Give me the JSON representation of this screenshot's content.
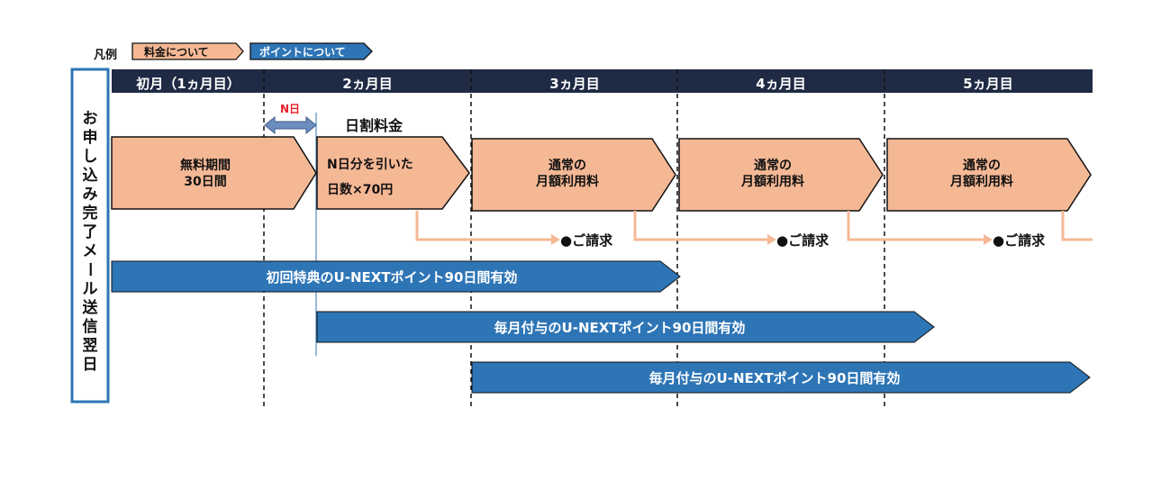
{
  "legend": {
    "label": "凡例",
    "fee_item": "料金について",
    "point_item": "ポイントについて"
  },
  "side_label": "お申し込み完了メール送信翌日",
  "months": [
    "初月（1ヵ月目）",
    "2ヵ月目",
    "3ヵ月目",
    "4ヵ月目",
    "5ヵ月目"
  ],
  "n_days_label": "N日",
  "prorated_label": "日割料金",
  "fee_boxes": [
    {
      "line1": "無料期間",
      "line2": "30日間"
    },
    {
      "line1": "N日分を引いた",
      "line2": "日数×70円"
    },
    {
      "line1": "通常の",
      "line2": "月額利用料"
    },
    {
      "line1": "通常の",
      "line2": "月額利用料"
    },
    {
      "line1": "通常の",
      "line2": "月額利用料"
    }
  ],
  "billing_label": "●ご請求",
  "point_bars": [
    "初回特典のU-NEXTポイント90日間有効",
    "毎月付与のU-NEXTポイント90日間有効",
    "毎月付与のU-NEXTポイント90日間有効"
  ],
  "colors": {
    "fee_fill": "#F5B895",
    "point_fill": "#2E75B6",
    "header_bg": "#1F2A44",
    "side_border": "#2E75B6",
    "billing_line": "#F5B895",
    "n_arrow": "#6C8EBF",
    "n_label": "#E8202A"
  }
}
